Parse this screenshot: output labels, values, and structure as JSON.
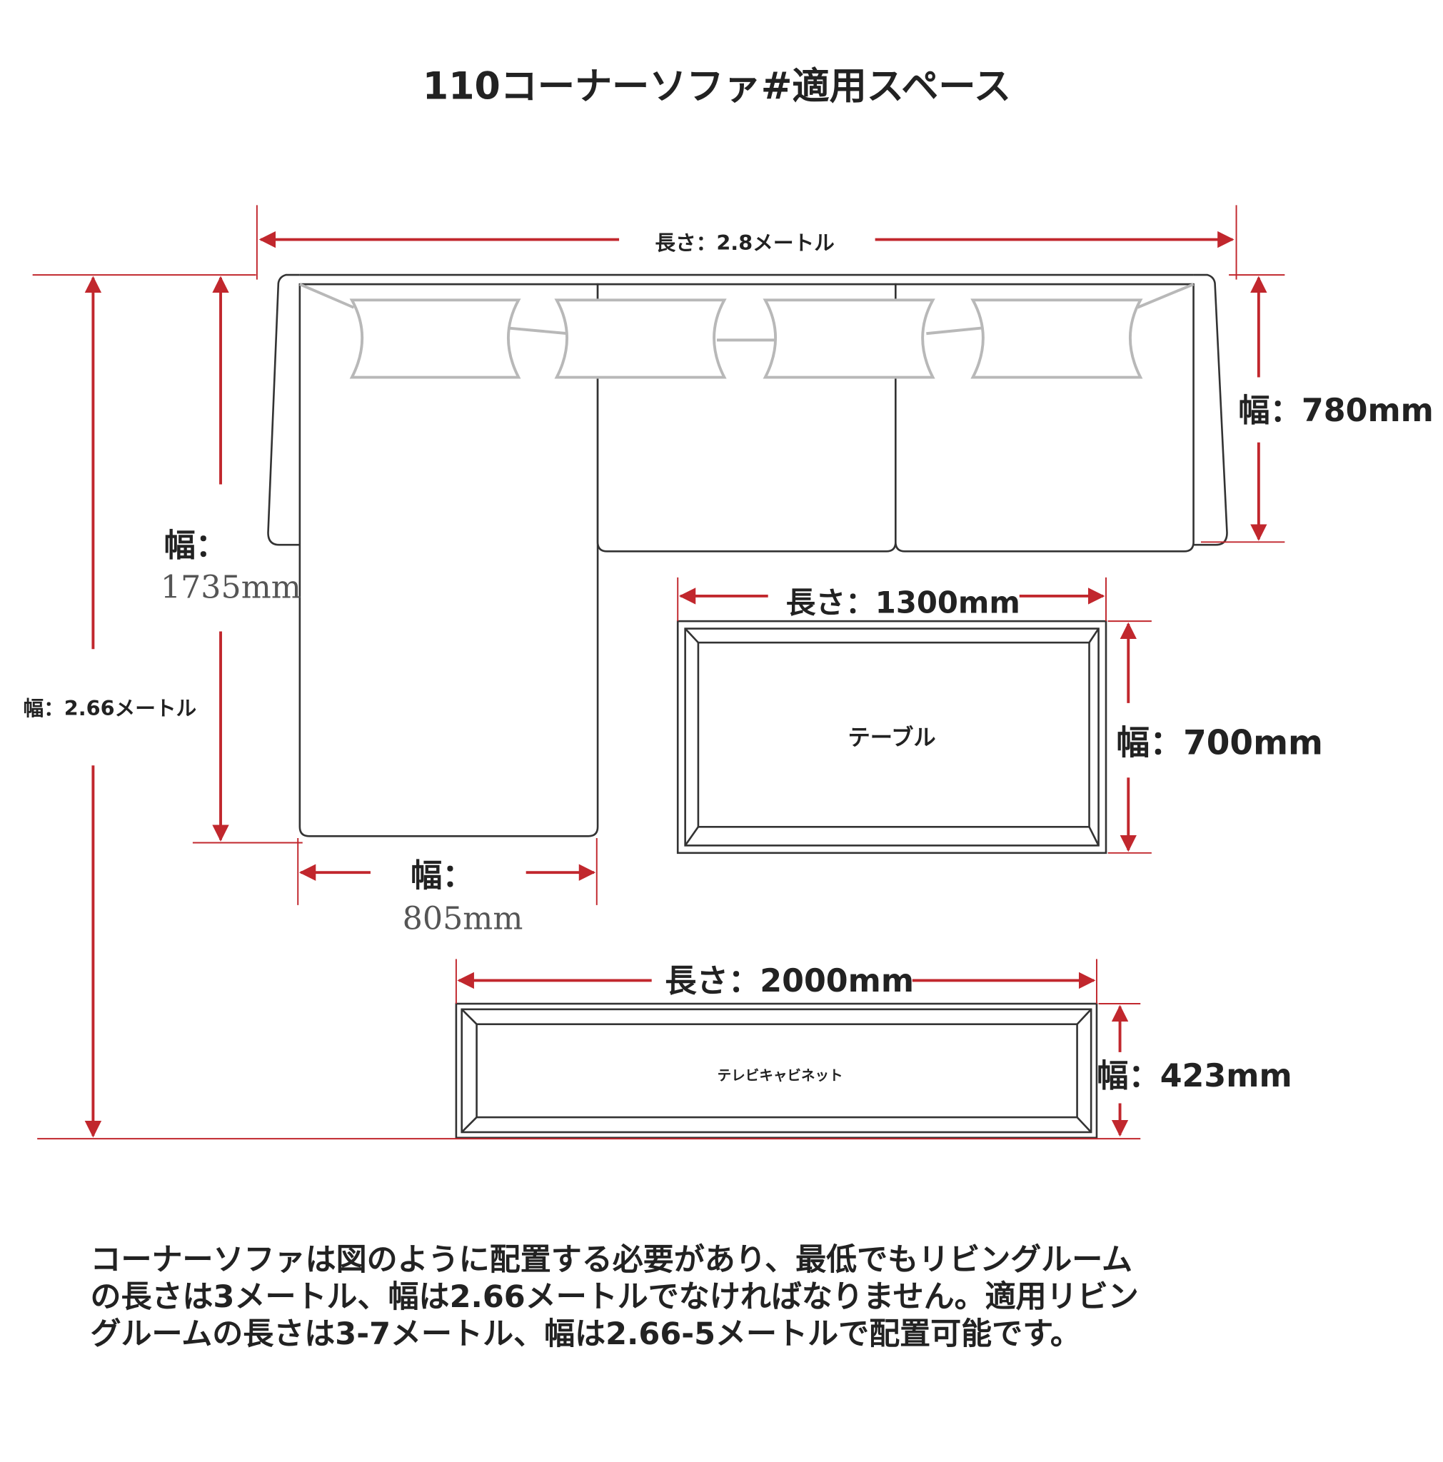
{
  "title": "110コーナーソファ#適用スペース",
  "colors": {
    "dimension": "#c1272d",
    "outline": "#333333",
    "cushion": "#b8b8b8"
  },
  "dimensions": {
    "total_length": "長さ：2.8メートル",
    "total_width": "幅：2.66メートル",
    "chaise_length_label": "幅：",
    "chaise_length_value": "1735mm",
    "chaise_width_label": "幅：",
    "chaise_width_value": "805mm",
    "sofa_depth": "幅：780mm",
    "table_length": "長さ：1300mm",
    "table_width": "幅：700mm",
    "tv_length": "長さ：2000mm",
    "tv_width": "幅：423mm"
  },
  "objects": {
    "table": "テーブル",
    "tv_cabinet": "テレビキャビネット"
  },
  "description": [
    "コーナーソファは図のように配置する必要があり、最低でもリビングルーム",
    "の長さは3メートル、幅は2.66メートルでなければなりません。適用リビン",
    "グルームの長さは3-7メートル、幅は2.66-5メートルで配置可能です。"
  ]
}
